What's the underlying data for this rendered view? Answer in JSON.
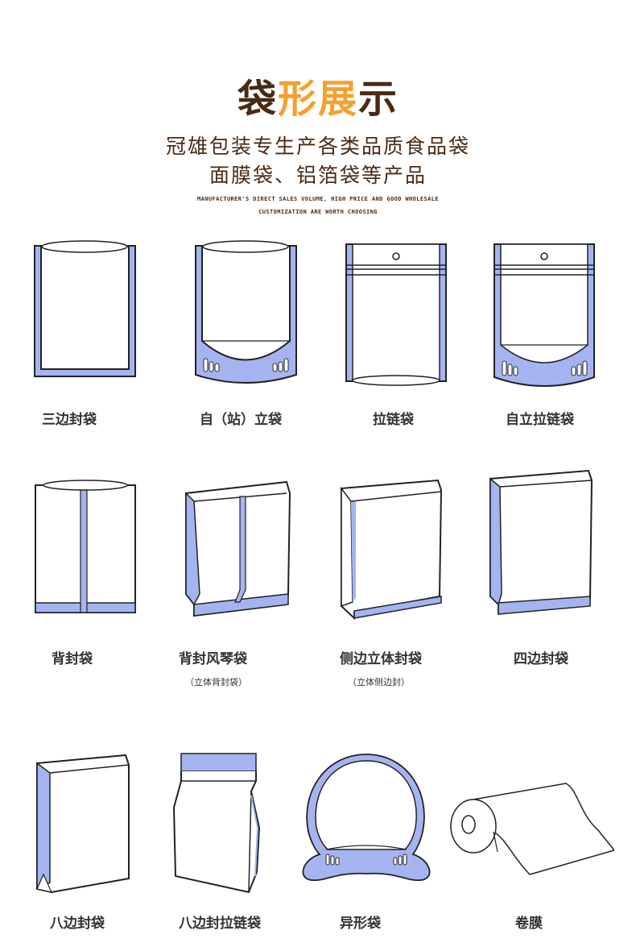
{
  "header": {
    "title_part1": "袋",
    "title_part2": "形展",
    "title_part3": "示",
    "subtitle_line1": "冠雄包装专生产各类品质食品袋",
    "subtitle_line2": "面膜袋、铝箔袋等产品",
    "english_line1": "MANUFACTURER'S DIRECT SALES VOLUME, HIGH PRICE AND GOOD WHOLESALE",
    "english_line2": "CUSTOMIZATION ARE WORTH CHOOSING"
  },
  "colors": {
    "title_dark": "#4a2a14",
    "title_accent": "#f5a030",
    "seal_fill": "#a5b4f0",
    "outline": "#222222"
  },
  "bags": [
    {
      "name": "三边封袋",
      "icon": "three-side-seal-bag-icon"
    },
    {
      "name": "自（站）立袋",
      "icon": "stand-up-pouch-icon"
    },
    {
      "name": "拉链袋",
      "icon": "zipper-bag-icon"
    },
    {
      "name": "自立拉链袋",
      "icon": "stand-up-zipper-pouch-icon"
    },
    {
      "name": "背封袋",
      "icon": "back-seal-bag-icon"
    },
    {
      "name": "背封风琴袋",
      "note": "（立体背封袋）",
      "icon": "gusset-back-seal-bag-icon"
    },
    {
      "name": "侧边立体封袋",
      "note": "（立体侧边封）",
      "icon": "side-gusset-bag-icon"
    },
    {
      "name": "四边封袋",
      "icon": "four-side-seal-bag-icon"
    },
    {
      "name": "八边封袋",
      "icon": "eight-side-seal-bag-icon"
    },
    {
      "name": "八边封拉链袋",
      "icon": "eight-side-seal-zipper-bag-icon"
    },
    {
      "name": "异形袋",
      "icon": "shaped-bag-icon"
    },
    {
      "name": "卷膜",
      "icon": "roll-film-icon"
    }
  ]
}
